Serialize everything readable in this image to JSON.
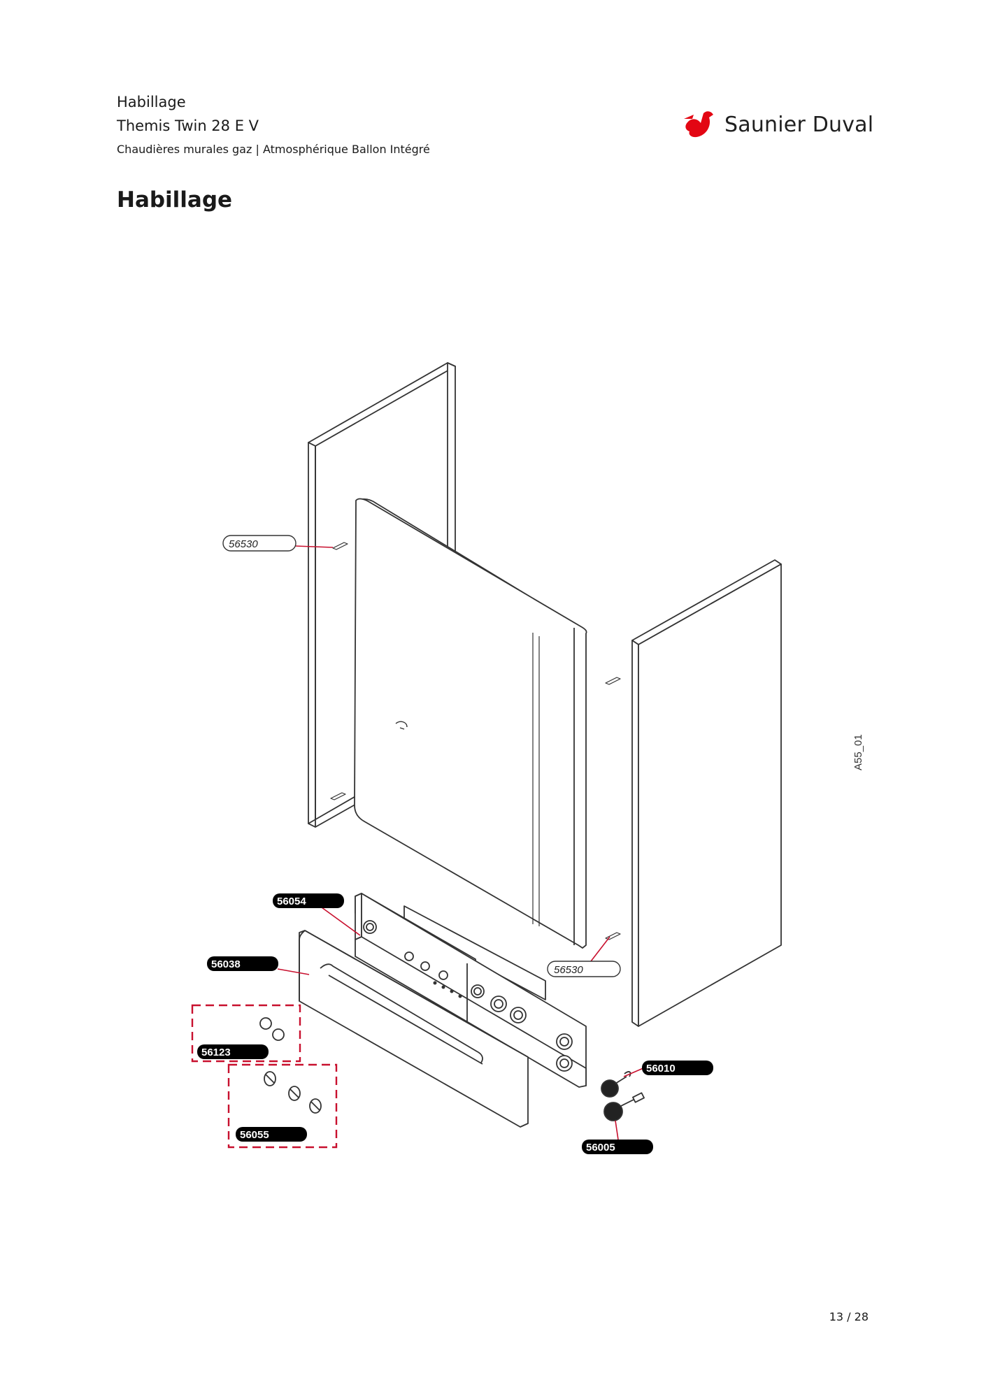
{
  "header": {
    "section": "Habillage",
    "model": "Themis Twin 28 E V",
    "category": "Chaudières murales gaz | Atmosphérique Ballon Intégré"
  },
  "brand": {
    "name": "Saunier Duval",
    "accent_color": "#e30613",
    "logo_icon": "bird-icon"
  },
  "page_title": "Habillage",
  "diagram": {
    "drawing_code": "A55_01",
    "part_labels": {
      "p56530_top": "56530",
      "p56530_right": "56530",
      "p56054": "56054",
      "p56038": "56038",
      "p56123": "56123",
      "p56055": "56055",
      "p56010": "56010",
      "p56005": "56005"
    }
  },
  "page_number": "13 / 28"
}
